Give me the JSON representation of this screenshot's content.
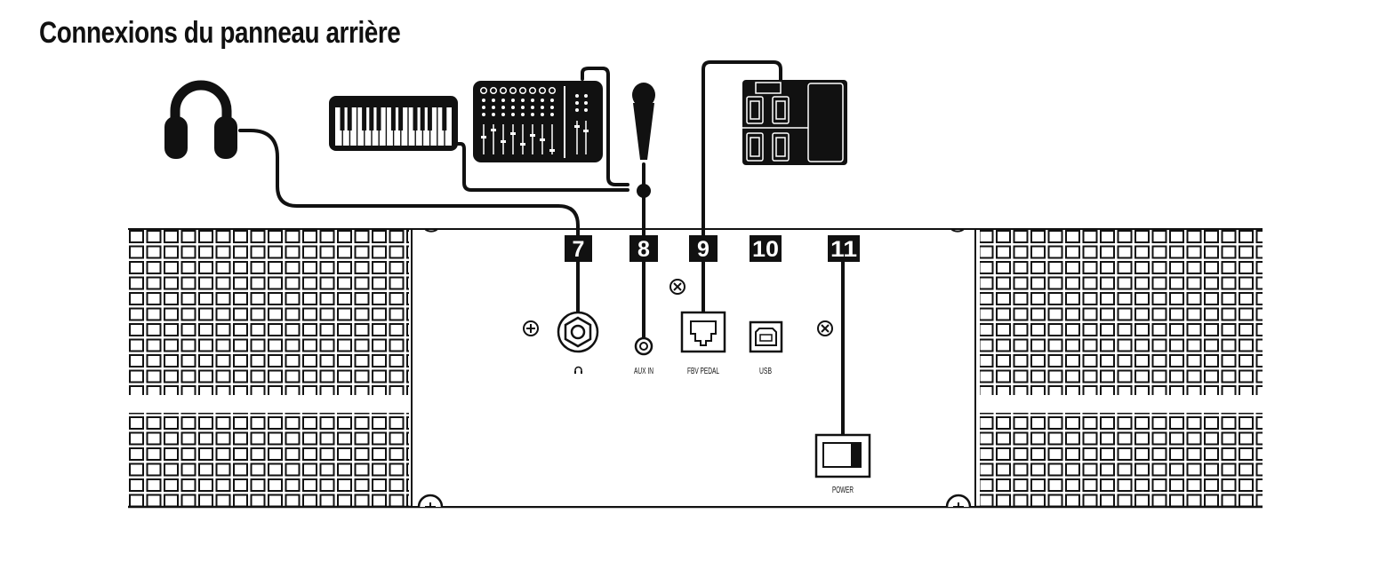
{
  "title": "Connexions du panneau arrière",
  "callouts": {
    "headphones": "7",
    "aux_in": "8",
    "fbv_pedal": "9",
    "usb": "10",
    "power": "11"
  },
  "port_labels": {
    "aux_in": "AUX IN",
    "fbv_pedal": "FBV PEDAL",
    "usb": "USB",
    "power": "POWER"
  },
  "icons": {
    "headphones_device": "headphones-icon",
    "keyboard_device": "keyboard-icon",
    "mixer_device": "mixer-icon",
    "microphone_device": "microphone-icon",
    "foot_controller_device": "fbv-pedal-icon",
    "headphone_port_glyph": "headphone-symbol-icon"
  },
  "colors": {
    "ink": "#111111",
    "background": "#ffffff"
  }
}
